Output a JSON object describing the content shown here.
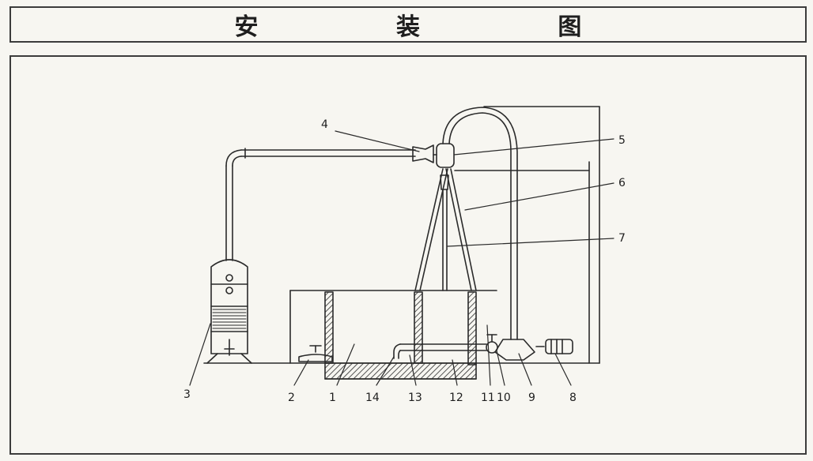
{
  "title": "安 装 图",
  "labels": {
    "l1": "1",
    "l2": "2",
    "l3": "3",
    "l4": "4",
    "l5": "5",
    "l6": "6",
    "l7": "7",
    "l8": "8",
    "l9": "9",
    "l10": "10",
    "l11": "11",
    "l12": "12",
    "l13": "13",
    "l14": "14"
  }
}
